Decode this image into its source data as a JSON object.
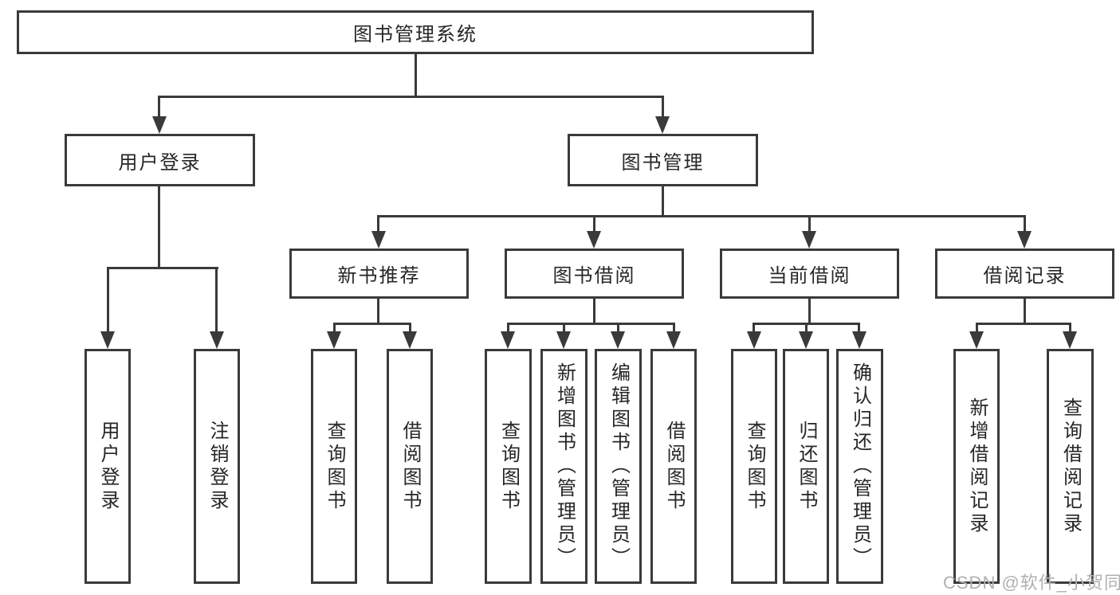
{
  "colors": {
    "background": "#ffffff",
    "line": "#3a3a3a",
    "text": "#262626",
    "watermark": "#b0b0b0"
  },
  "watermark": {
    "text": "CSDN @软件_小贺同学"
  },
  "tree": {
    "root": {
      "label": "图书管理系统",
      "children": [
        {
          "label": "用户登录",
          "children": [
            {
              "label": "用户登录"
            },
            {
              "label": "注销登录"
            }
          ]
        },
        {
          "label": "图书管理",
          "children": [
            {
              "label": "新书推荐",
              "children": [
                {
                  "label": "查询图书"
                },
                {
                  "label": "借阅图书"
                }
              ]
            },
            {
              "label": "图书借阅",
              "children": [
                {
                  "label": "查询图书"
                },
                {
                  "label": "新增图书（管理员）"
                },
                {
                  "label": "编辑图书（管理员）"
                },
                {
                  "label": "借阅图书"
                }
              ]
            },
            {
              "label": "当前借阅",
              "children": [
                {
                  "label": "查询图书"
                },
                {
                  "label": "归还图书"
                },
                {
                  "label": "确认归还（管理员）"
                }
              ]
            },
            {
              "label": "借阅记录",
              "children": [
                {
                  "label": "新增借阅记录"
                },
                {
                  "label": "查询借阅记录"
                }
              ]
            }
          ]
        }
      ]
    }
  }
}
